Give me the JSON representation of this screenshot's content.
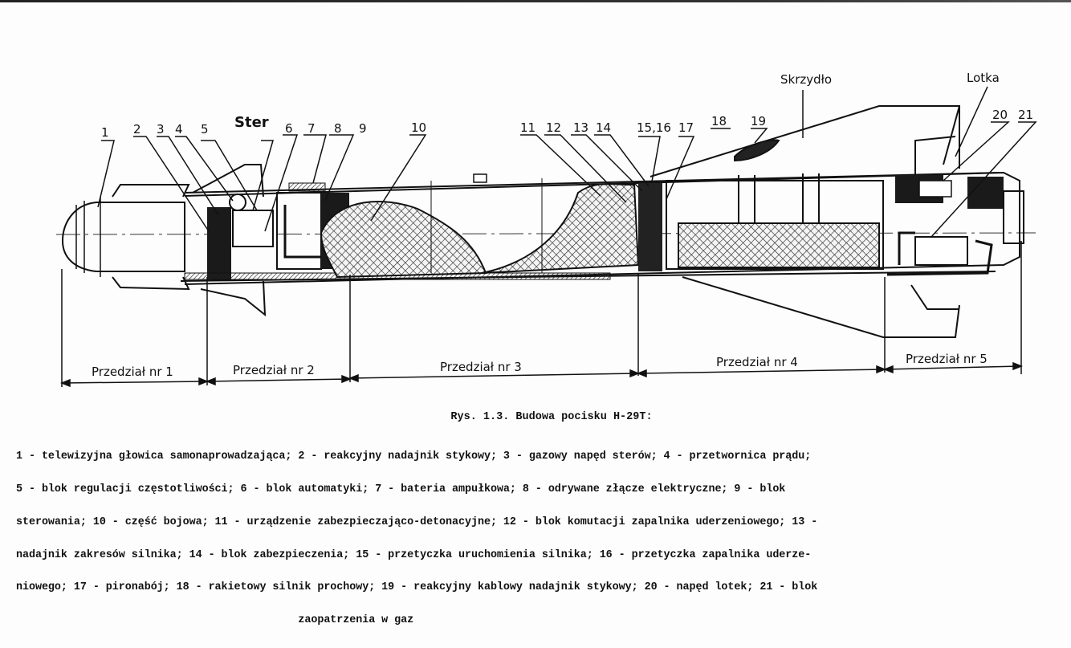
{
  "figure": {
    "part_labels": [
      "1",
      "2",
      "3",
      "4",
      "5",
      "6",
      "7",
      "8",
      "9",
      "10",
      "11",
      "12",
      "13",
      "14",
      "15,16",
      "17",
      "18",
      "19",
      "20",
      "21"
    ],
    "named_labels": {
      "ster": "Ster",
      "skrzydlo": "Skrzydło",
      "lotka": "Lotka"
    },
    "sections": [
      "Przedział nr 1",
      "Przedział nr 2",
      "Przedział nr 3",
      "Przedział nr 4",
      "Przedział nr 5"
    ],
    "colors": {
      "ink": "#111111",
      "paper": "#fdfdfd"
    }
  },
  "caption": {
    "title": "Rys. 1.3. Budowa pocisku H-29T:",
    "lines": [
      "1 - telewizyjna głowica samonaprowadzająca; 2 - reakcyjny nadajnik stykowy; 3 - gazowy napęd sterów; 4 - przetwornica prądu;",
      "5 - blok regulacji częstotliwości; 6 - blok automatyki; 7 - bateria ampułkowa; 8 - odrywane złącze elektryczne; 9 - blok",
      "sterowania; 10 - część bojowa; 11 - urządzenie zabezpieczająco-detonacyjne; 12 - blok komutacji zapalnika uderzeniowego; 13 -",
      "nadajnik zakresów silnika; 14 - blok zabezpieczenia; 15 - przetyczka uruchomienia silnika; 16 - przetyczka zapalnika uderze-",
      "niowego; 17 - pironabój; 18 - rakietowy silnik prochowy; 19 - reakcyjny kablowy nadajnik stykowy; 20 - napęd lotek; 21 - blok",
      "                                            zaopatrzenia w gaz"
    ]
  }
}
